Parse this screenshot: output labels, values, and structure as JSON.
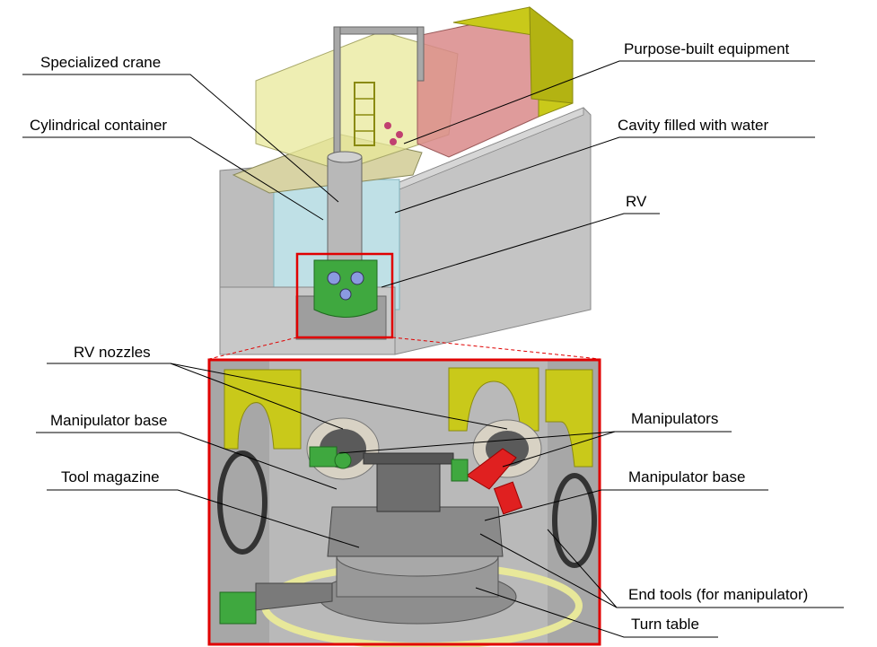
{
  "labels": {
    "specialized_crane": "Specialized crane",
    "cylindrical_container": "Cylindrical container",
    "purpose_built_equipment": "Purpose-built equipment",
    "cavity_filled_with_water": "Cavity filled with water",
    "rv": "RV",
    "rv_nozzles": "RV nozzles",
    "manipulator_base_left": "Manipulator base",
    "manipulators": "Manipulators",
    "tool_magazine": "Tool magazine",
    "manipulator_base_right": "Manipulator base",
    "end_tools": "End tools (for manipulator)",
    "turn_table": "Turn table"
  },
  "colors": {
    "concrete": "#c4c4c4",
    "concrete_dark": "#a9a9a9",
    "water": "#bfe0e6",
    "yellow_frame": "#e8e89a",
    "pink_block": "#d98a8a",
    "yellow_block": "#c9c91a",
    "manipulator_green": "#3fa83f",
    "manipulator_red": "#e02020",
    "highlight_red": "#e00000"
  }
}
